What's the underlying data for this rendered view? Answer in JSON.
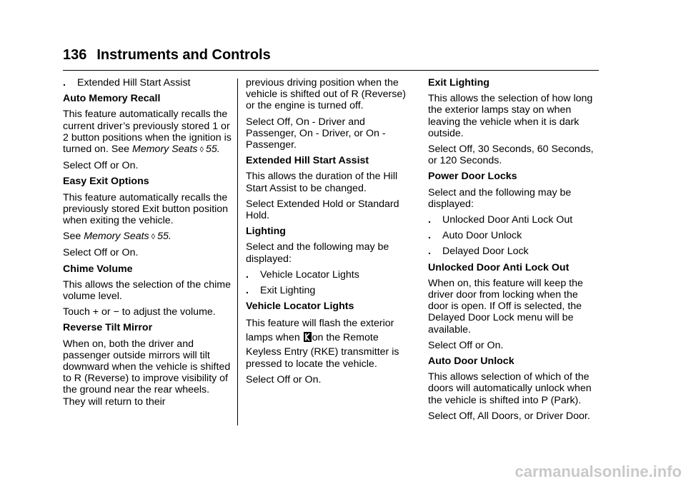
{
  "header": {
    "page_number": "136",
    "section_title": "Instruments and Controls"
  },
  "col1": {
    "bullet": "Extended Hill Start Assist",
    "auto_memory": {
      "heading": "Auto Memory Recall",
      "body": "This feature automatically recalls the current driver’s previously stored 1 or 2 button positions when the ignition is turned on. See ",
      "ref": "Memory Seats",
      "page": "55",
      "select": "Select Off or On."
    },
    "easy_exit": {
      "heading": "Easy Exit Options",
      "body": "This feature automatically recalls the previously stored Exit button position when exiting the vehicle.",
      "see": "See ",
      "ref": "Memory Seats",
      "page": "55",
      "select": "Select Off or On."
    },
    "chime": {
      "heading": "Chime Volume",
      "body": "This allows the selection of the chime volume level.",
      "adjust": "Touch + or − to adjust the volume."
    },
    "reverse_tilt": {
      "heading": "Reverse Tilt Mirror",
      "body": "When on, both the driver and passenger outside mirrors will tilt downward when the vehicle is shifted to R (Reverse) to improve visibility of the ground near the rear wheels. They will return to their"
    }
  },
  "col2": {
    "continuation": "previous driving position when the vehicle is shifted out of R (Reverse) or the engine is turned off.",
    "select": "Select Off, On - Driver and Passenger, On - Driver, or On - Passenger.",
    "hill": {
      "heading": "Extended Hill Start Assist",
      "body": "This allows the duration of the Hill Start Assist to be changed.",
      "select": "Select Extended Hold or Standard Hold."
    },
    "lighting": {
      "heading": "Lighting",
      "body": "Select and the following may be displayed:",
      "bullets": [
        "Vehicle Locator Lights",
        "Exit Lighting"
      ]
    },
    "locator": {
      "heading": "Vehicle Locator Lights",
      "line1": "This feature will flash the exterior",
      "line2_pre": "lamps when ",
      "line2_post": "on the Remote",
      "rest": "Keyless Entry (RKE) transmitter is pressed to locate the vehicle.",
      "select": "Select Off or On."
    }
  },
  "col3": {
    "exit": {
      "heading": "Exit Lighting",
      "body": "This allows the selection of how long the exterior lamps stay on when leaving the vehicle when it is dark outside.",
      "select": "Select Off, 30 Seconds, 60 Seconds, or 120 Seconds."
    },
    "power_locks": {
      "heading": "Power Door Locks",
      "body": "Select and the following may be displayed:",
      "bullets": [
        "Unlocked Door Anti Lock Out",
        "Auto Door Unlock",
        "Delayed Door Lock"
      ]
    },
    "anti_lock": {
      "heading": "Unlocked Door Anti Lock Out",
      "body": "When on, this feature will keep the driver door from locking when the door is open. If Off is selected, the Delayed Door Lock menu will be available.",
      "select": "Select Off or On."
    },
    "auto_unlock": {
      "heading": "Auto Door Unlock",
      "body": "This allows selection of which of the doors will automatically unlock when the vehicle is shifted into P (Park).",
      "select": "Select Off, All Doors, or Driver Door."
    }
  },
  "bullet_glyph": ".",
  "watermark": "carmanualsonline.info"
}
